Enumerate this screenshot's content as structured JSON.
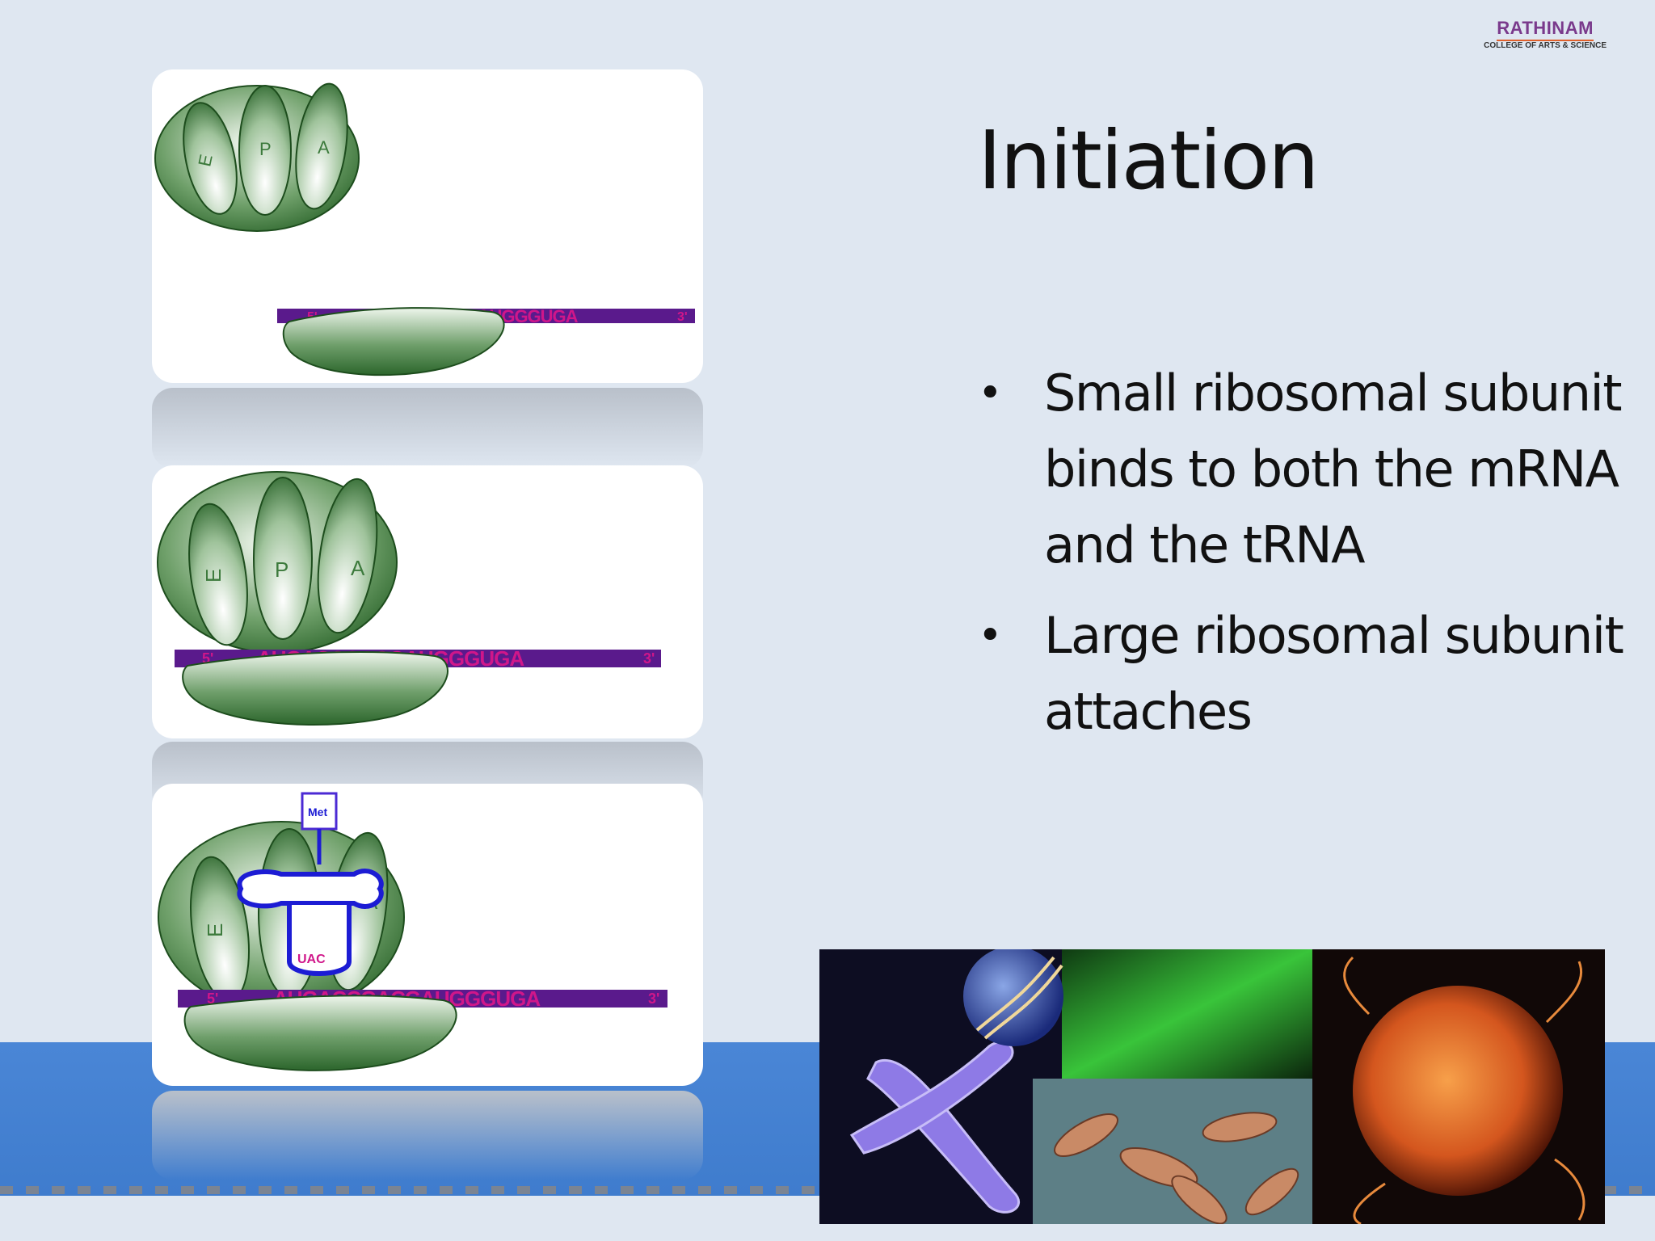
{
  "logo": {
    "name": "RATHINAM",
    "subtitle": "COLLEGE OF ARTS & SCIENCE"
  },
  "title": "Initiation",
  "bullets": [
    "Small ribosomal subunit binds to both the mRNA and the tRNA",
    "Large ribosomal subunit attaches"
  ],
  "diagram": {
    "site_labels": [
      "E",
      "P",
      "A"
    ],
    "mrna_text_1": "AUGACCGACGAUGGGUGA",
    "mrna_text_2": "AUGACCGACGAUGGGUGA",
    "mrna_text_3": "AUGACCGACGAUGGGUGA",
    "mrna_start_label": "5'",
    "mrna_end_label": "3'",
    "amino_acid": "Met",
    "anticodon": "UAC"
  },
  "colors": {
    "background": "#dfe7f1",
    "band": "#4a86d6",
    "ribosome": "#2f7a2f",
    "mrna_bar": "#5a1a8c",
    "mrna_text": "#d0168a",
    "trna": "#1c1cd4"
  }
}
